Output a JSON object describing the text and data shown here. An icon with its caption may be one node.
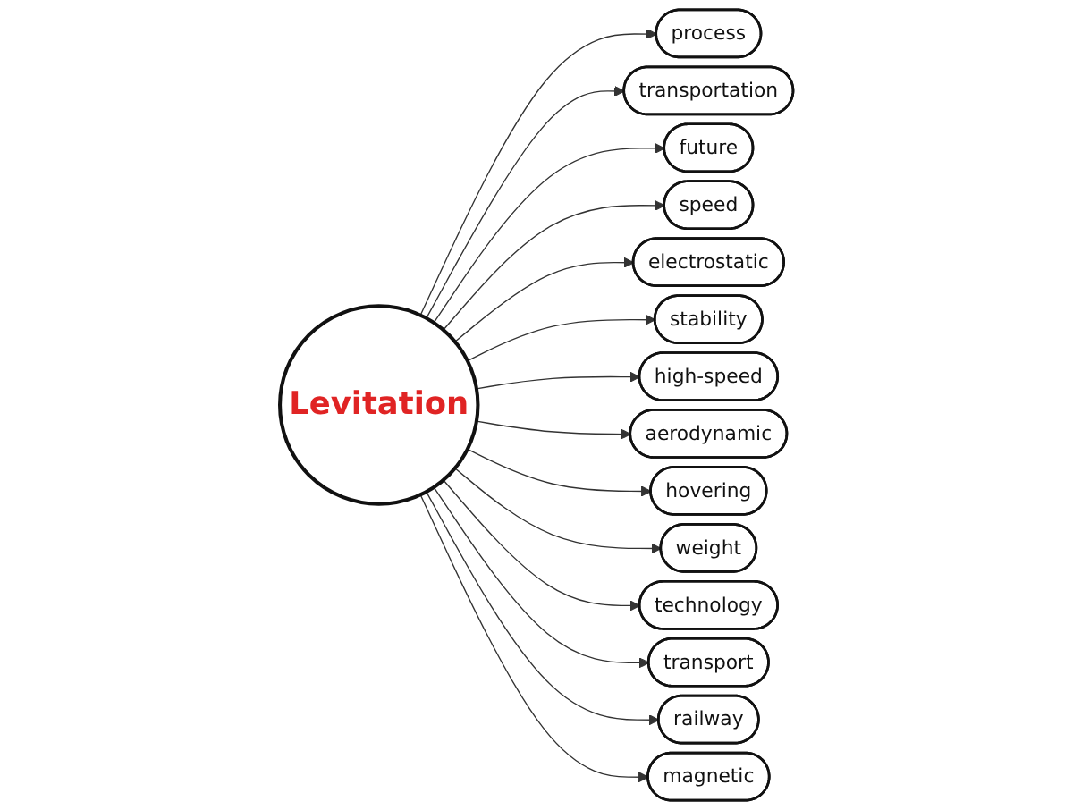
{
  "diagram": {
    "nodes": [
      {
        "text": [
          "Levitation"
        ]
      },
      {
        "text": [
          "process"
        ]
      },
      {
        "text": [
          "transportation"
        ]
      },
      {
        "text": [
          "future"
        ]
      },
      {
        "text": [
          "speed"
        ]
      },
      {
        "text": [
          "electrostatic"
        ]
      },
      {
        "text": [
          "stability"
        ]
      },
      {
        "text": [
          "high-speed"
        ]
      },
      {
        "text": [
          "aerodynamic"
        ]
      },
      {
        "text": [
          "hovering"
        ]
      },
      {
        "text": [
          "weight"
        ]
      },
      {
        "text": [
          "technology"
        ]
      },
      {
        "text": [
          "transport"
        ]
      },
      {
        "text": [
          "railway"
        ]
      },
      {
        "text": [
          "magnetic"
        ]
      }
    ],
    "edges": [
      {
        "from": 0,
        "to": 1,
        "arrow": "to"
      },
      {
        "from": 0,
        "to": 2,
        "arrow": "to"
      },
      {
        "from": 0,
        "to": 3,
        "arrow": "to"
      },
      {
        "from": 0,
        "to": 4,
        "arrow": "to"
      },
      {
        "from": 0,
        "to": 5,
        "arrow": "to"
      },
      {
        "from": 0,
        "to": 6,
        "arrow": "to"
      },
      {
        "from": 0,
        "to": 7,
        "arrow": "to"
      },
      {
        "from": 0,
        "to": 8,
        "arrow": "to"
      },
      {
        "from": 0,
        "to": 9,
        "arrow": "to"
      },
      {
        "from": 0,
        "to": 10,
        "arrow": "to"
      },
      {
        "from": 0,
        "to": 11,
        "arrow": "to"
      },
      {
        "from": 0,
        "to": 12,
        "arrow": "to"
      },
      {
        "from": 0,
        "to": 13,
        "arrow": "to"
      },
      {
        "from": 0,
        "to": 14,
        "arrow": "to"
      }
    ]
  }
}
